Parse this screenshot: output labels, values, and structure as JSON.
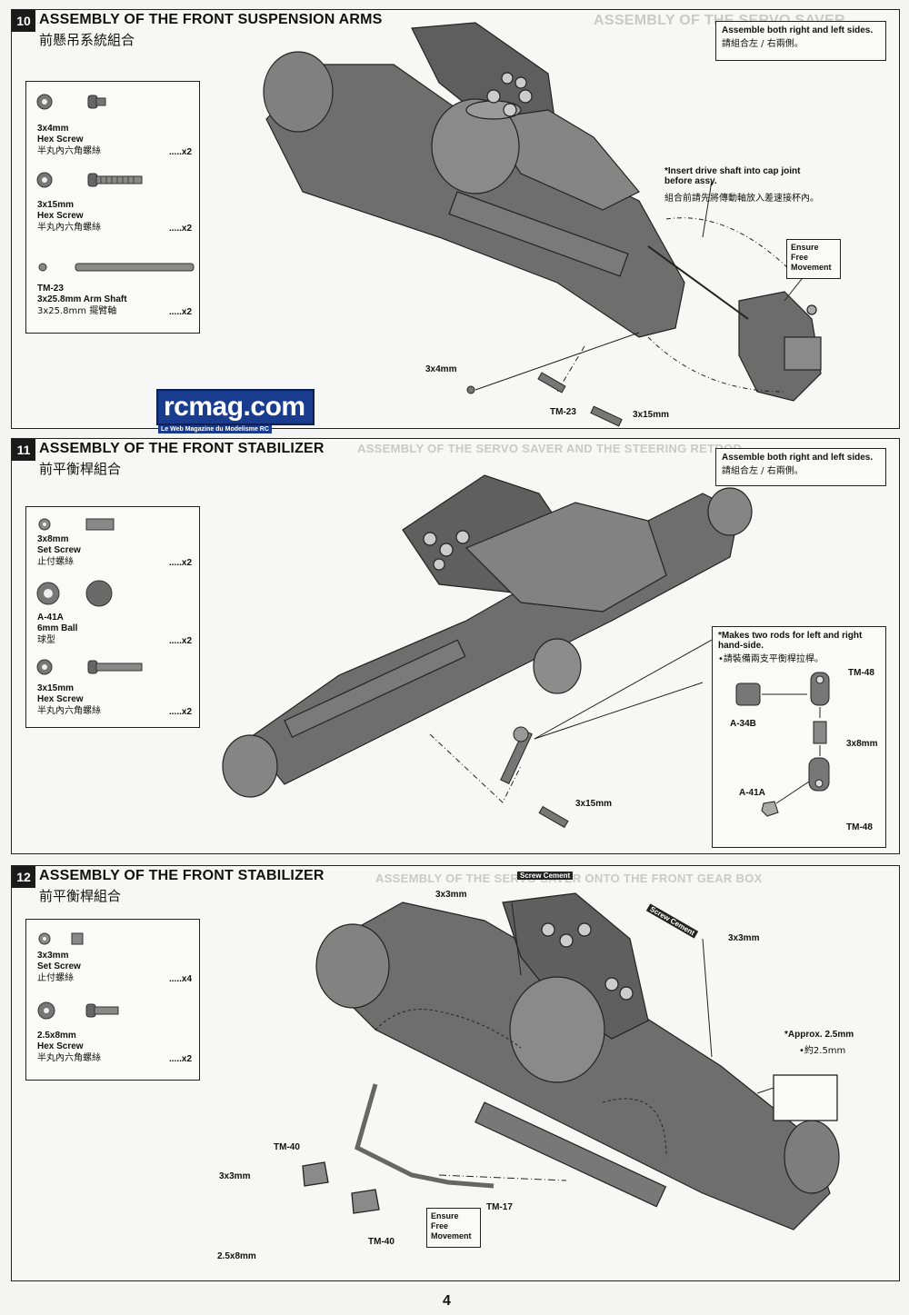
{
  "page_number": "4",
  "logo": {
    "text": "rcmag.com",
    "tagline": "Le Web Magazine du Modelisme RC"
  },
  "steps": [
    {
      "number": "10",
      "title": "ASSEMBLY OF THE FRONT SUSPENSION ARMS",
      "subtitle": "前懸吊系統組合",
      "note": {
        "en": "Assemble both right and left sides.",
        "cn": "請組合左 / 右兩側。"
      },
      "ghost_title": "ASSEMBLY OF THE SERVO SAVER",
      "parts": [
        {
          "size": "3x4mm",
          "name": "Hex Screw",
          "cn": "半丸內六角螺絲",
          "qty": ".....x2"
        },
        {
          "size": "3x15mm",
          "name": "Hex Screw",
          "cn": "半丸內六角螺絲",
          "qty": ".....x2"
        },
        {
          "code": "TM-23",
          "size": "3x25.8mm Arm Shaft",
          "cn": "3x25.8mm 擺臂軸",
          "qty": ".....x2"
        }
      ],
      "callouts": {
        "insert_en": "*Insert drive shaft into cap joint before assy.",
        "insert_cn": "組合前請先將傳動軸放入差速接杯內。",
        "ensure": "Ensure Free Movement",
        "label_3x4": "3x4mm",
        "label_tm23": "TM-23",
        "label_3x15": "3x15mm"
      }
    },
    {
      "number": "11",
      "title": "ASSEMBLY OF THE FRONT STABILIZER",
      "subtitle": "前平衡桿組合",
      "note": {
        "en": "Assemble both right and left sides.",
        "cn": "請組合左 / 右兩側。"
      },
      "ghost_title": "ASSEMBLY OF THE SERVO SAVER AND THE STEERING RETROD",
      "parts": [
        {
          "size": "3x8mm",
          "name": "Set Screw",
          "cn": "止付螺絲",
          "qty": ".....x2"
        },
        {
          "code": "A-41A",
          "size": "6mm Ball",
          "cn": "球型",
          "qty": ".....x2"
        },
        {
          "size": "3x15mm",
          "name": "Hex Screw",
          "cn": "半丸內六角螺絲",
          "qty": ".....x2"
        }
      ],
      "callouts": {
        "rods_en": "*Makes two rods for left and right hand-side.",
        "rods_cn": "•請裝備兩支平衡桿拉桿。",
        "tm48_top": "TM-48",
        "a34b": "A-34B",
        "set_3x8": "3x8mm",
        "a41a": "A-41A",
        "tm48_bottom": "TM-48",
        "label_3x15": "3x15mm"
      }
    },
    {
      "number": "12",
      "title": "ASSEMBLY OF THE FRONT STABILIZER",
      "subtitle": "前平衡桿組合",
      "ghost_title": "ASSEMBLY OF THE SERVO SAVER ONTO THE FRONT GEAR BOX",
      "parts": [
        {
          "size": "3x3mm",
          "name": "Set Screw",
          "cn": "止付螺絲",
          "qty": ".....x4"
        },
        {
          "size": "2.5x8mm",
          "name": "Hex Screw",
          "cn": "半丸內六角螺絲",
          "qty": ".....x2"
        }
      ],
      "callouts": {
        "top_3x3_a": "3x3mm",
        "top_3x3_b": "3x3mm",
        "screw_cement_a": "Screw Cement",
        "screw_cement_b": "Screw Cement",
        "approx_en": "*Approx. 2.5mm",
        "approx_cn": "•約2.5mm",
        "tm40_a": "TM-40",
        "tm40_b": "TM-40",
        "left_3x3": "3x3mm",
        "left_25x8": "2.5x8mm",
        "tm17": "TM-17",
        "ensure": "Ensure Free Movement"
      }
    }
  ],
  "colors": {
    "paper": "#f4f4f2",
    "ink": "#111111",
    "part_fill": "#6d6d6d",
    "part_dark": "#3f3f3f",
    "logo_blue": "#1a3c8f"
  }
}
